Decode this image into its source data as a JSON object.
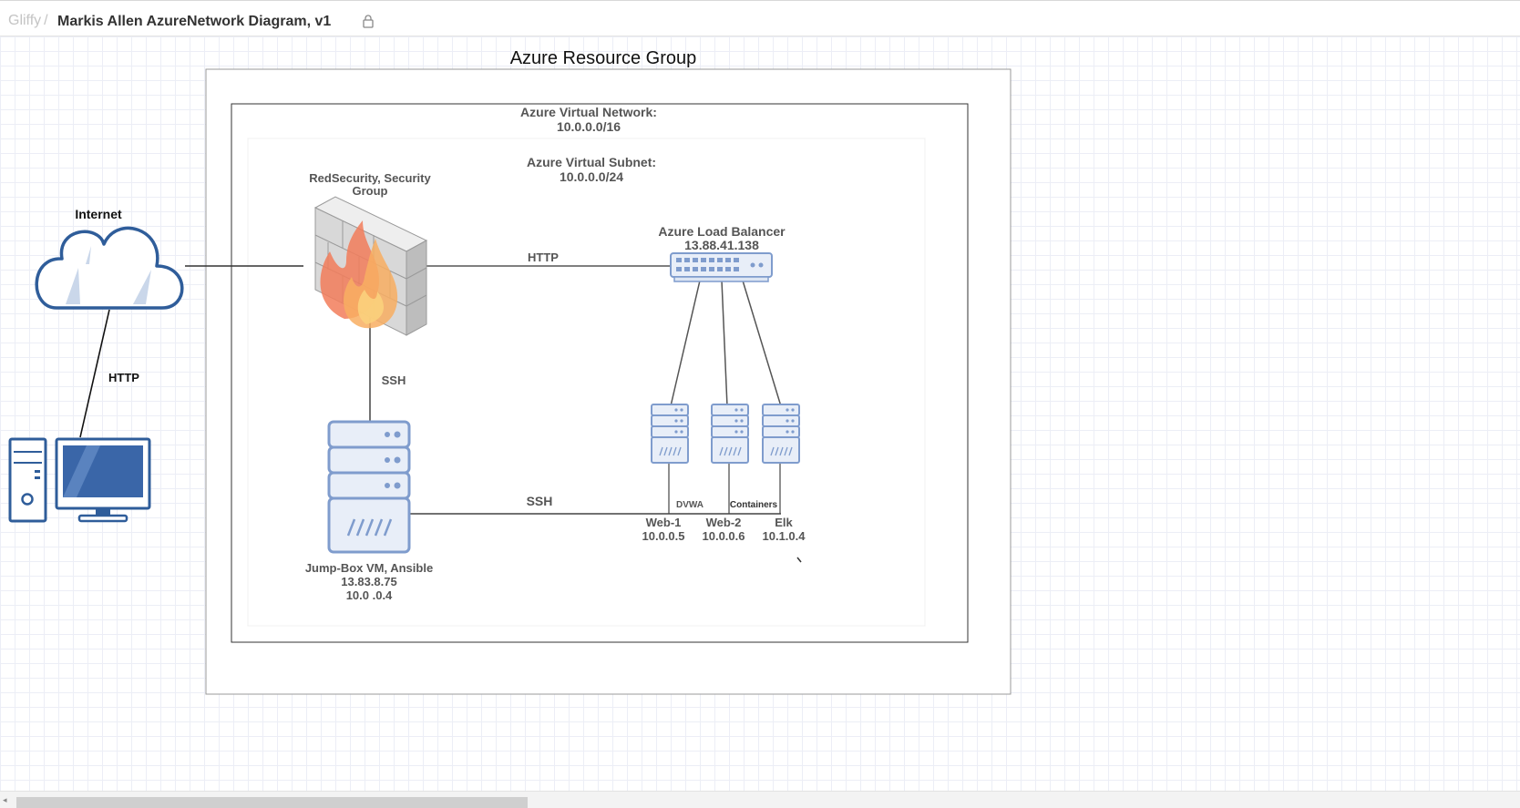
{
  "header": {
    "app_name": "Gliffy",
    "separator": "/",
    "document_title": "Markis Allen AzureNetwork Diagram, v1",
    "lock_icon": "lock-icon"
  },
  "diagram": {
    "resource_group_title": "Azure Resource Group",
    "vnet": {
      "title": "Azure Virtual Network:",
      "cidr": "10.0.0.0/16"
    },
    "subnet": {
      "title": "Azure Virtual Subnet:",
      "cidr": "10.0.0.0/24"
    },
    "internet": {
      "label": "Internet",
      "icon": "cloud-icon"
    },
    "workstation": {
      "icon": "desktop-computer-icon"
    },
    "nsg": {
      "label_line1": "RedSecurity, Security",
      "label_line2": "Group",
      "icon": "firewall-icon"
    },
    "load_balancer": {
      "title": "Azure Load Balancer",
      "ip": "13.88.41.138",
      "icon": "network-switch-icon"
    },
    "jumpbox": {
      "title": "Jump-Box VM, Ansible",
      "public_ip": "13.83.8.75",
      "private_ip": "10.0 .0.4",
      "icon": "server-icon"
    },
    "servers": [
      {
        "name": "Web-1",
        "ip": "10.0.0.5"
      },
      {
        "name": "Web-2",
        "ip": "10.0.0.6"
      },
      {
        "name": "Elk",
        "ip": "10.1.0.4"
      }
    ],
    "connection_labels": {
      "internet_http": "HTTP",
      "nsg_lb_http": "HTTP",
      "nsg_jumpbox_ssh": "SSH",
      "jumpbox_servers_ssh": "SSH",
      "dvwa": "DVWA",
      "containers": "Containers"
    },
    "colors": {
      "icon_stroke": "#2f5d9a",
      "icon_fill_light": "#dde6f3",
      "server_stroke": "#7f9ccd",
      "server_fill": "#e8eef8",
      "monitor_screen": "#3a66a8",
      "line": "#444444",
      "flame_red": "#f27c5a",
      "flame_orange": "#f8ae62",
      "flame_yellow": "#fbd07c"
    }
  },
  "scrollbar": {
    "left_arrow": "◂"
  }
}
